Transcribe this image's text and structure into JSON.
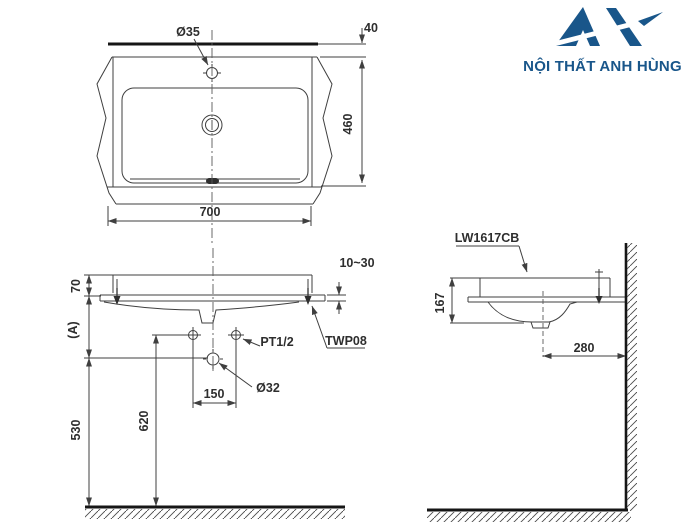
{
  "brand": {
    "name": "NỘI THẤT ANH HÙNG",
    "color": "#19568a"
  },
  "views": {
    "top": {
      "hole_dia": "Ø35",
      "wall_gap": "40",
      "depth": "460",
      "width": "700"
    },
    "front": {
      "rim_height": "70",
      "height_ref": "(A)",
      "rim_range": "10~30",
      "bracket_code": "TWP08",
      "supply_code": "PT1/2",
      "drain_dia": "Ø32",
      "hole_pitch": "150",
      "supply_height": "620",
      "drain_height": "530"
    },
    "side": {
      "model_code": "LW1617CB",
      "depth_height": "167",
      "wall_offset": "280"
    }
  }
}
